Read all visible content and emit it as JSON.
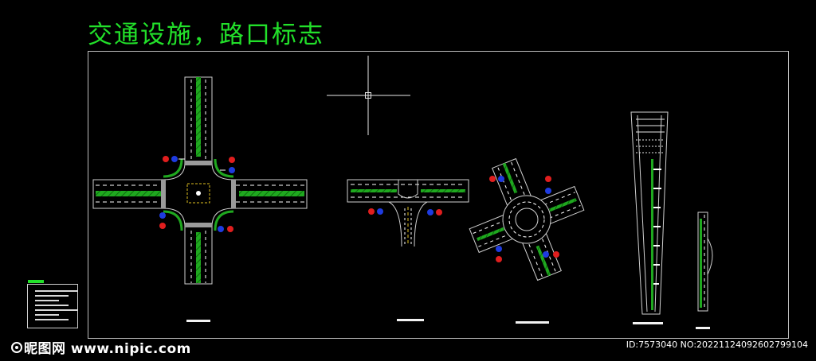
{
  "title": "交通设施，路口标志",
  "watermark": {
    "site_name": "昵图网",
    "site_url": "www.nipic.com"
  },
  "image_id": "ID:7573040 NO:20221124092602799104",
  "colors": {
    "background": "#000000",
    "title": "#22e02a",
    "median_green": "#1fa81f",
    "lane_line": "#ffffff",
    "curb_line": "#cfcfcf",
    "sign_red": "#e01e1e",
    "sign_blue": "#1e3be0",
    "center_dash": "#e0c020"
  },
  "drawings": [
    "four-way-intersection",
    "t-intersection",
    "roundabout",
    "lane-widening-taper",
    "lane-narrowing-segment"
  ]
}
